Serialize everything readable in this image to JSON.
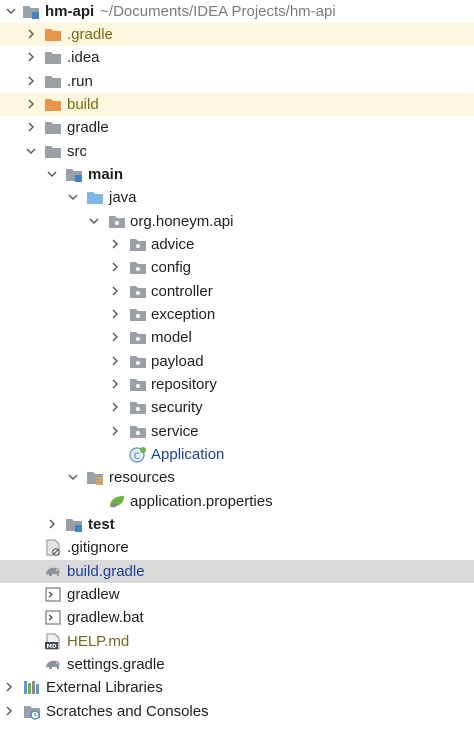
{
  "project": {
    "name": "hm-api",
    "path": "~/Documents/IDEA Projects/hm-api"
  },
  "items": {
    "gradle_hidden": ".gradle",
    "idea": ".idea",
    "run": ".run",
    "build": "build",
    "gradle": "gradle",
    "src": "src",
    "main": "main",
    "java": "java",
    "package": "org.honeym.api",
    "advice": "advice",
    "config": "config",
    "controller": "controller",
    "exception": "exception",
    "model": "model",
    "payload": "payload",
    "repository": "repository",
    "security": "security",
    "service": "service",
    "application": "Application",
    "resources": "resources",
    "application_properties": "application.properties",
    "test": "test",
    "gitignore": ".gitignore",
    "build_gradle": "build.gradle",
    "gradlew": "gradlew",
    "gradlew_bat": "gradlew.bat",
    "help_md": "HELP.md",
    "settings_gradle": "settings.gradle",
    "external_libraries": "External Libraries",
    "scratches": "Scratches and Consoles"
  },
  "colors": {
    "folder_gray": "#9aa0a6",
    "folder_orange": "#e8944a",
    "folder_blue": "#7fb6e5",
    "selection": "#d9d9d9",
    "excluded_bg": "#fdf7df",
    "link_blue": "#1a3fa0",
    "modified_olive": "#6f6b1d"
  }
}
